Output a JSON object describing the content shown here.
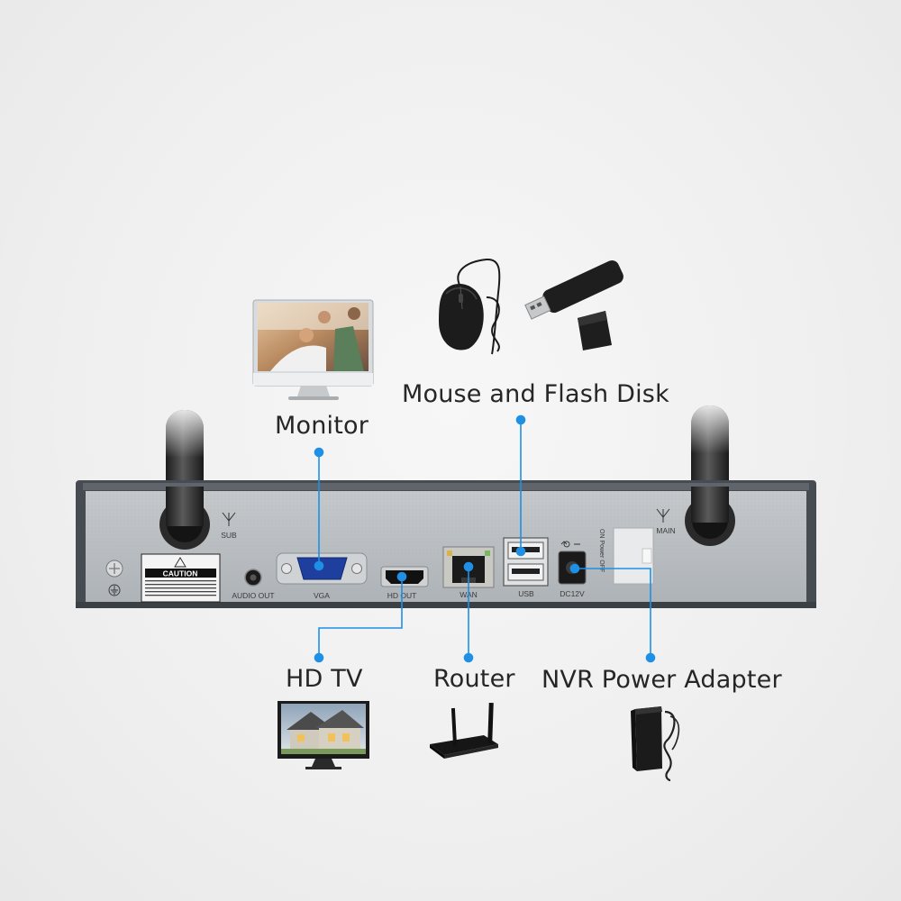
{
  "callouts": {
    "monitor": "Monitor",
    "mouse_flash": "Mouse and Flash Disk",
    "hdtv": "HD TV",
    "router": "Router",
    "power": "NVR Power Adapter"
  },
  "ports": {
    "audio": "AUDIO OUT",
    "vga": "VGA",
    "hdout": "HD OUT",
    "wan": "WAN",
    "usb": "USB",
    "dc": "DC12V",
    "sub": "SUB",
    "main": "MAIN",
    "power_switch": "ON Power OFF"
  },
  "caution": {
    "title": "CAUTION"
  },
  "colors": {
    "accent": "#1e90e6",
    "panel": "#b9bec2",
    "frame": "#4a4f55"
  }
}
